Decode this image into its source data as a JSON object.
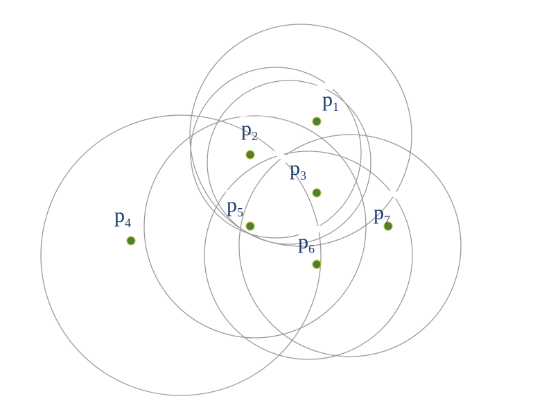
{
  "points": [
    {
      "id": "p1",
      "letter": "p",
      "sub": "1",
      "color": "#4f7f33"
    },
    {
      "id": "p2",
      "letter": "p",
      "sub": "2",
      "color": "#4f7f33"
    },
    {
      "id": "p3",
      "letter": "p",
      "sub": "3",
      "color": "#4f7f33"
    },
    {
      "id": "p4",
      "letter": "p",
      "sub": "4",
      "color": "#4f7f33"
    },
    {
      "id": "p5",
      "letter": "p",
      "sub": "5",
      "color": "#4f7f33"
    },
    {
      "id": "p6",
      "letter": "p",
      "sub": "6",
      "color": "#4f7f33"
    },
    {
      "id": "p7",
      "letter": "p",
      "sub": "7",
      "color": "#4f7f33"
    }
  ],
  "colors": {
    "circle_stroke": "#9a9a9a",
    "label_text": "#1c3d6e",
    "point_fill": "#4f7f33",
    "point_outline": "#c9c040"
  }
}
